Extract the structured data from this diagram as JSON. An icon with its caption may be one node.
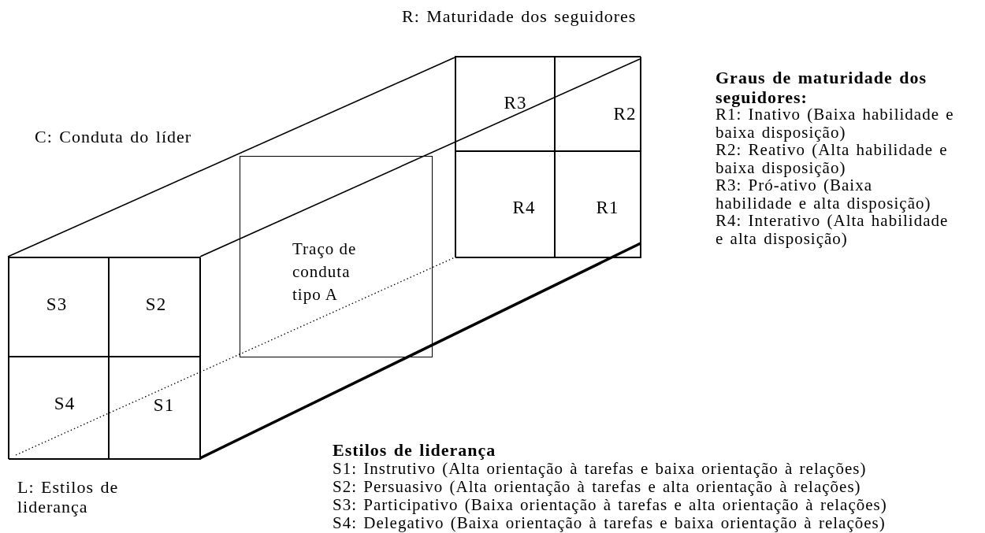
{
  "diagram": {
    "nodes": [
      {
        "text": [],
        "shape": "box"
      },
      {
        "text": [
          "S3"
        ],
        "in": 0
      },
      {
        "text": [
          "S2"
        ],
        "in": 0
      },
      {
        "text": [
          "S4"
        ],
        "in": 0
      },
      {
        "text": [
          "S1"
        ],
        "in": 0
      },
      {
        "text": [
          "Traço de conduta tipo A"
        ]
      },
      {
        "text": [],
        "shape": "box"
      },
      {
        "text": [
          "R3"
        ],
        "in": 6
      },
      {
        "text": [
          "R2"
        ],
        "in": 6
      },
      {
        "text": [
          "R4"
        ],
        "in": 6
      },
      {
        "text": [
          "R1"
        ],
        "in": 6
      }
    ],
    "labels": [
      "R: Maturidade dos seguidores",
      "C: Conduta do líder",
      "Graus de maturidade dos seguidores:",
      "R1: Inativo (Baixa habilidade e baixa disposição)",
      "R2: Reativo (Alta habilidade e baixa disposição)",
      "R3: Pró-ativo (Baixa habilidade e alta disposição)",
      "R4: Interativo (Alta habilidade e alta disposição)",
      "L: Estilos de liderança",
      "Estilos de liderança",
      "S1: Instrutivo (Alta orientação à tarefas e baixa orientação à relações)",
      "S2: Persuasivo (Alta orientação à tarefas e alta orientação à relações)",
      "S3: Participativo (Baixa orientação à tarefas e alta orientação à relações)",
      "S4: Delegativo (Baixa orientação à tarefas e baixa orientação à relações)"
    ]
  }
}
